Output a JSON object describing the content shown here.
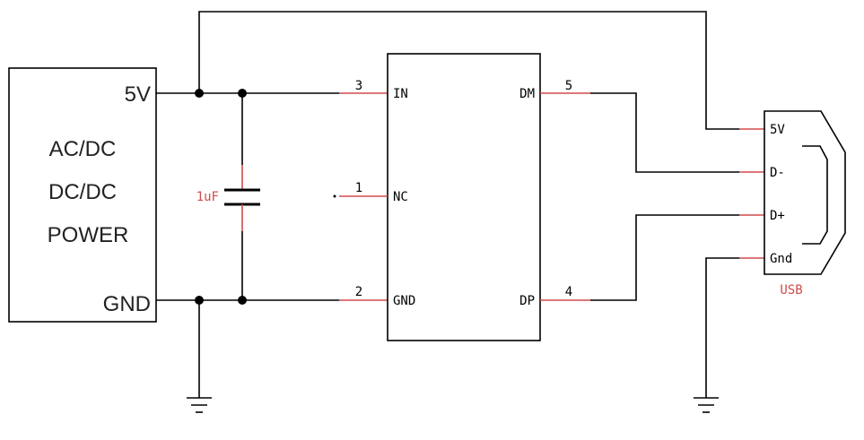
{
  "power_block": {
    "line1": "AC/DC",
    "line2": "DC/DC",
    "line3": "POWER",
    "pin_5v": "5V",
    "pin_gnd": "GND"
  },
  "capacitor": {
    "label": "1uF"
  },
  "ic": {
    "pin_in_num": "3",
    "pin_in": "IN",
    "pin_nc_num": "1",
    "pin_nc": "NC",
    "pin_gnd_num": "2",
    "pin_gnd": "GND",
    "pin_dm_num": "5",
    "pin_dm": "DM",
    "pin_dp_num": "4",
    "pin_dp": "DP"
  },
  "usb": {
    "label": "USB",
    "pin_5v": "5V",
    "pin_dminus": "D-",
    "pin_dplus": "D+",
    "pin_gnd": "Gnd"
  },
  "colors": {
    "wire": "#000000",
    "pin_lead": "#d24a4a",
    "label_red": "#d24a4a"
  }
}
